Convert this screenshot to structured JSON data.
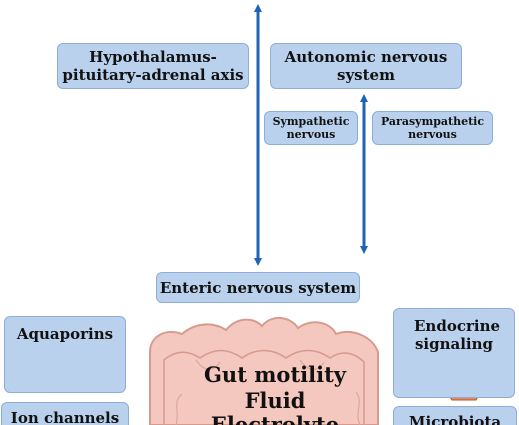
{
  "boxes": {
    "hpa": "Hypothalamus-pituitary-adrenal axis",
    "ans": "Autonomic nervous system",
    "sympathetic": "Sympathetic nervous",
    "parasympathetic": "Parasympathetic nervous",
    "ens": "Enteric nervous system",
    "aquaporins": "Aquaporins",
    "endocrine": "Endocrine signaling",
    "ion_channels": "Ion channels",
    "microbiota": "Microbiota"
  },
  "center_labels": [
    "Gut motility",
    "Fluid",
    "Electrolyte"
  ],
  "colors": {
    "box_fill": "#b9d1ed",
    "arrow": "#1f63b4",
    "intestine": "#f4c8be"
  }
}
